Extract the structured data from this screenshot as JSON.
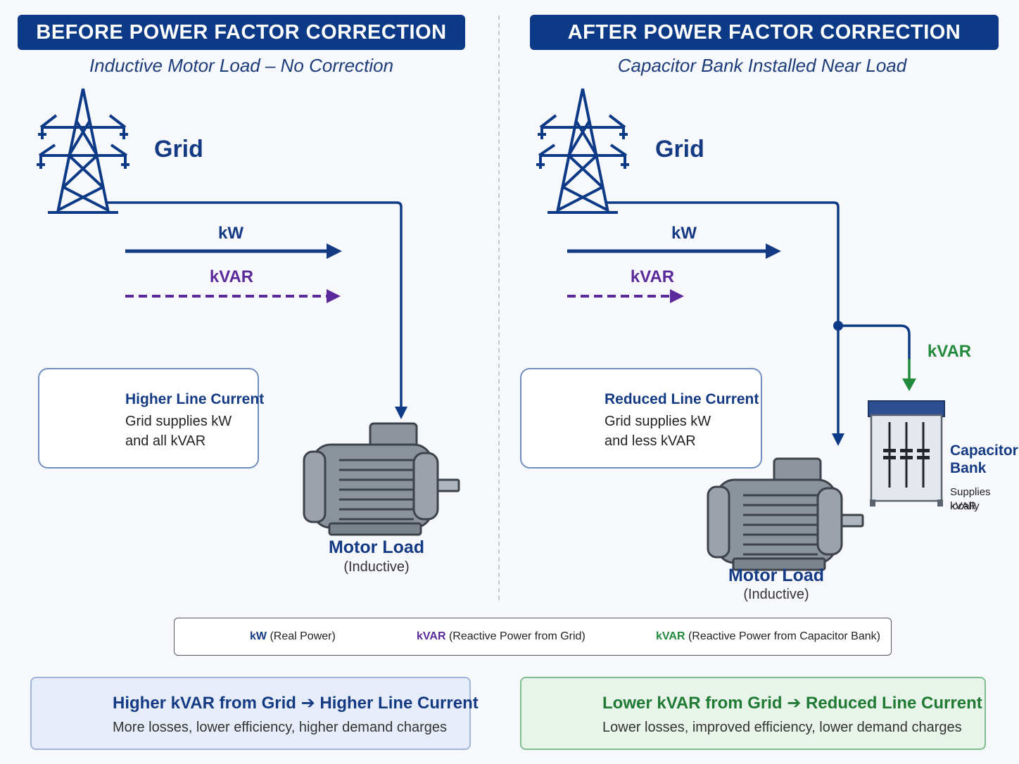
{
  "left": {
    "banner": "BEFORE POWER FACTOR CORRECTION",
    "subtitle": "Inductive Motor Load – No Correction",
    "grid_label": "Grid",
    "kw_label": "kW",
    "kvar_label": "kVAR",
    "info_title": "Higher Line Current",
    "info_line1": "Grid supplies kW",
    "info_line2": "and all kVAR",
    "motor_label": "Motor Load",
    "motor_sub": "(Inductive)"
  },
  "right": {
    "banner": "AFTER POWER FACTOR CORRECTION",
    "subtitle": "Capacitor Bank Installed Near Load",
    "grid_label": "Grid",
    "kw_label": "kW",
    "kvar_label": "kVAR",
    "cap_kvar_label": "kVAR",
    "info_title": "Reduced Line Current",
    "info_line1": "Grid supplies kW",
    "info_line2": "and less kVAR",
    "motor_label": "Motor Load",
    "motor_sub": "(Inductive)",
    "cap_label_1": "Capacitor",
    "cap_label_2": "Bank",
    "cap_sub_1": "Supplies kVAR",
    "cap_sub_2": "locally"
  },
  "legend": {
    "kw_key": "kW",
    "kw_desc": "(Real Power)",
    "kvar_grid_key": "kVAR",
    "kvar_grid_desc": "(Reactive Power from Grid)",
    "kvar_cap_key": "kVAR",
    "kvar_cap_desc": "(Reactive Power from Capacitor Bank)"
  },
  "summary": {
    "left_title": "Higher kVAR from Grid ➔ Higher Line Current",
    "left_text": "More losses, lower efficiency, higher demand charges",
    "right_title": "Lower kVAR from Grid ➔ Reduced Line Current",
    "right_text": "Lower losses, improved efficiency, lower demand charges"
  },
  "colors": {
    "navy": "#0d3a86",
    "kw_blue": "#153a84",
    "kvar_purple": "#5b2a9a",
    "kvar_green": "#228a3c"
  }
}
